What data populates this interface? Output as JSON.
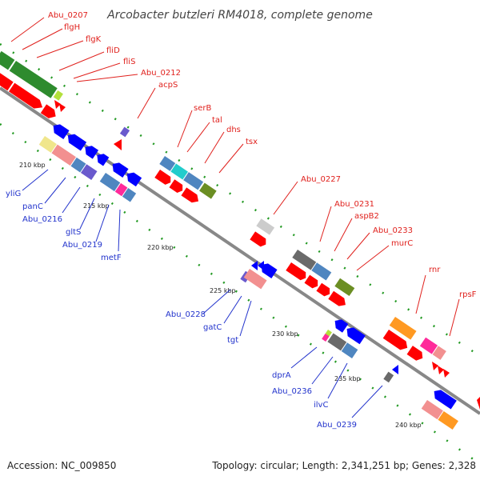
{
  "title": "Arcobacter butzleri RM4018, complete genome",
  "footer": {
    "accession": "Accession: NC_009850",
    "summary": "Topology: circular; Length: 2,341,251 bp; Genes: 2,328"
  },
  "scale_labels": [
    "210 kbp",
    "215 kbp",
    "220 kbp",
    "225 kbp",
    "230 kbp",
    "235 kbp",
    "240 kbp"
  ],
  "forward_labels": [
    "Abu_0207",
    "flgH",
    "flgK",
    "fliD",
    "fliS",
    "Abu_0212",
    "acpS",
    "serB",
    "tal",
    "dhs",
    "tsx",
    "Abu_0227",
    "Abu_0231",
    "aspB2",
    "Abu_0233",
    "murC",
    "rnr",
    "rpsF"
  ],
  "reverse_labels": [
    "yliG",
    "panC",
    "Abu_0216",
    "gltS",
    "Abu_0219",
    "metF",
    "Abu_0228",
    "gatC",
    "tgt",
    "dprA",
    "Abu_0236",
    "ilvC",
    "Abu_0239"
  ],
  "colors": {
    "backbone": "#888888",
    "cds": "#ff0000",
    "reverse_cds": "#0000ff",
    "ticks": "#229922",
    "label_forward": "#e0211d",
    "label_reverse": "#2233cc",
    "cog_green": "#2e8b2e",
    "cog_steel": "#4f86c0",
    "cog_cyan": "#22cccc",
    "cog_olive": "#6b8e23",
    "cog_gray": "#6a6a6a",
    "cog_silver": "#cccccc",
    "cog_orange": "#ff9922",
    "cog_pink": "#ff2a9a",
    "cog_salmon": "#f29090",
    "cog_khaki": "#f0e68c",
    "cog_slate": "#6a5acd",
    "cog_lime": "#b3e03c"
  }
}
